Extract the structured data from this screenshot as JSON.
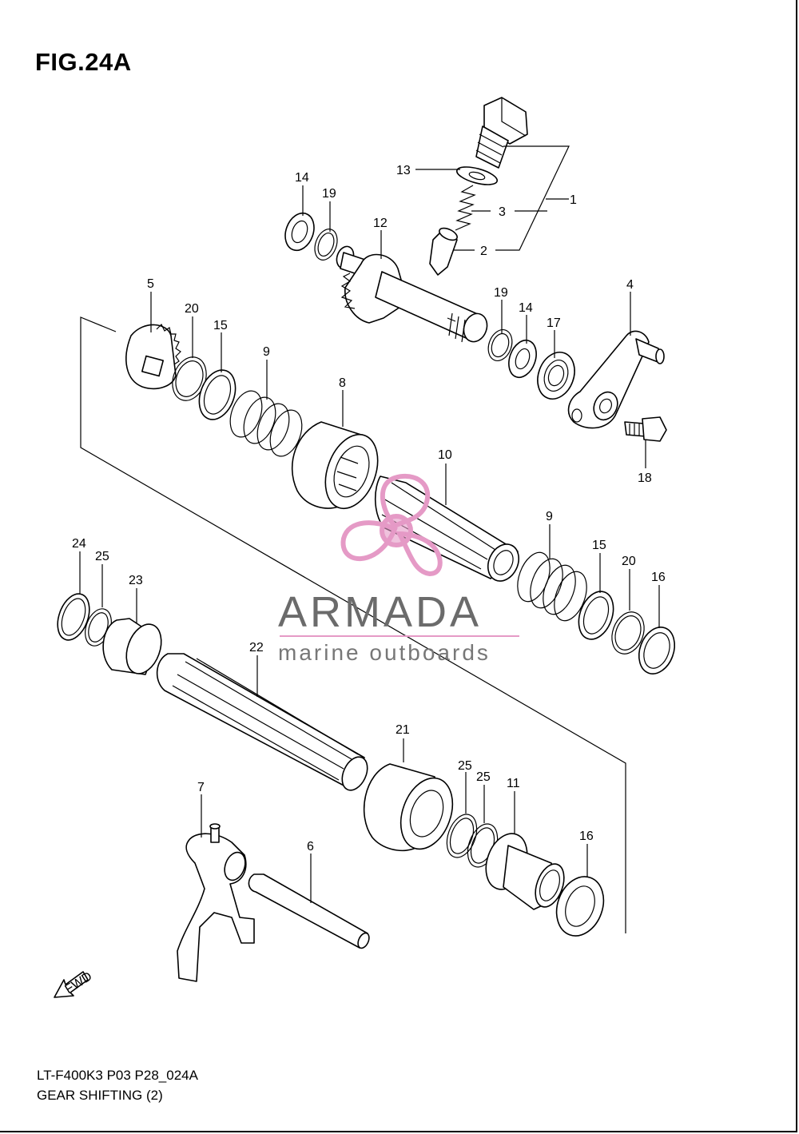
{
  "figure": {
    "title": "FIG.24A"
  },
  "footer": {
    "model_code": "LT-F400K3 P03 P28_024A",
    "section": "GEAR SHIFTING (2)"
  },
  "watermark": {
    "brand": "ARMADA",
    "tagline": "marine outboards",
    "color": "#e59ac6"
  },
  "fwd_icon": {
    "text": "FWD"
  },
  "callouts": [
    {
      "id": "c1",
      "text": "1"
    },
    {
      "id": "c2",
      "text": "2"
    },
    {
      "id": "c3",
      "text": "3"
    },
    {
      "id": "c4",
      "text": "4"
    },
    {
      "id": "c5",
      "text": "5"
    },
    {
      "id": "c6",
      "text": "6"
    },
    {
      "id": "c7",
      "text": "7"
    },
    {
      "id": "c8",
      "text": "8"
    },
    {
      "id": "c9a",
      "text": "9"
    },
    {
      "id": "c9b",
      "text": "9"
    },
    {
      "id": "c10",
      "text": "10"
    },
    {
      "id": "c11",
      "text": "11"
    },
    {
      "id": "c12",
      "text": "12"
    },
    {
      "id": "c13",
      "text": "13"
    },
    {
      "id": "c14a",
      "text": "14"
    },
    {
      "id": "c14b",
      "text": "14"
    },
    {
      "id": "c15a",
      "text": "15"
    },
    {
      "id": "c15b",
      "text": "15"
    },
    {
      "id": "c16a",
      "text": "16"
    },
    {
      "id": "c16b",
      "text": "16"
    },
    {
      "id": "c17",
      "text": "17"
    },
    {
      "id": "c18",
      "text": "18"
    },
    {
      "id": "c19a",
      "text": "19"
    },
    {
      "id": "c19b",
      "text": "19"
    },
    {
      "id": "c20a",
      "text": "20"
    },
    {
      "id": "c20b",
      "text": "20"
    },
    {
      "id": "c21",
      "text": "21"
    },
    {
      "id": "c22",
      "text": "22"
    },
    {
      "id": "c23",
      "text": "23"
    },
    {
      "id": "c24",
      "text": "24"
    },
    {
      "id": "c25a",
      "text": "25"
    },
    {
      "id": "c25b",
      "text": "25"
    },
    {
      "id": "c25c",
      "text": "25"
    }
  ]
}
